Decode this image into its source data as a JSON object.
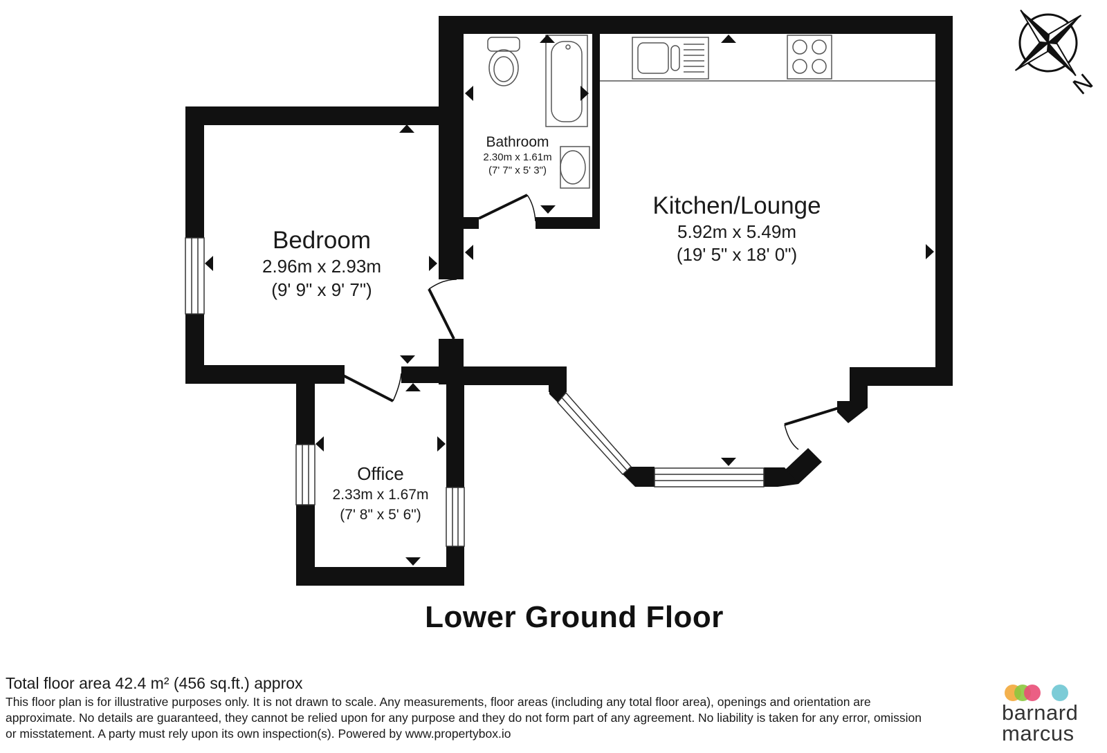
{
  "floor": {
    "title": "Lower Ground Floor"
  },
  "rooms": {
    "kitchen": {
      "name": "Kitchen/Lounge",
      "metric": "5.92m x 5.49m",
      "imperial": "(19' 5\" x 18' 0\")"
    },
    "bedroom": {
      "name": "Bedroom",
      "metric": "2.96m x 2.93m",
      "imperial": "(9' 9\" x 9' 7\")"
    },
    "bathroom": {
      "name": "Bathroom",
      "metric": "2.30m x 1.61m",
      "imperial": "(7' 7\" x 5' 3\")"
    },
    "office": {
      "name": "Office",
      "metric": "2.33m x 1.67m",
      "imperial": "(7' 8\" x 5' 6\")"
    }
  },
  "compass": {
    "label": "N"
  },
  "footer": {
    "total_area": "Total floor area 42.4 m² (456 sq.ft.) approx",
    "disclaimer": "This floor plan is for illustrative purposes only. It is not drawn to scale. Any measurements, floor areas (including any total floor area), openings and orientation are approximate. No details are guaranteed, they cannot be relied upon for any purpose and they do not form part of any agreement. No liability is taken for any error, omission or misstatement. A party must rely upon its own inspection(s). Powered by www.propertybox.io"
  },
  "logo": {
    "line1": "barnard",
    "line2": "marcus",
    "dot_colors": [
      "#f2a93b",
      "#8cc63f",
      "#e94e77",
      "#6ec6d3"
    ]
  },
  "colors": {
    "wall": "#111111",
    "fixture_stroke": "#555555"
  }
}
